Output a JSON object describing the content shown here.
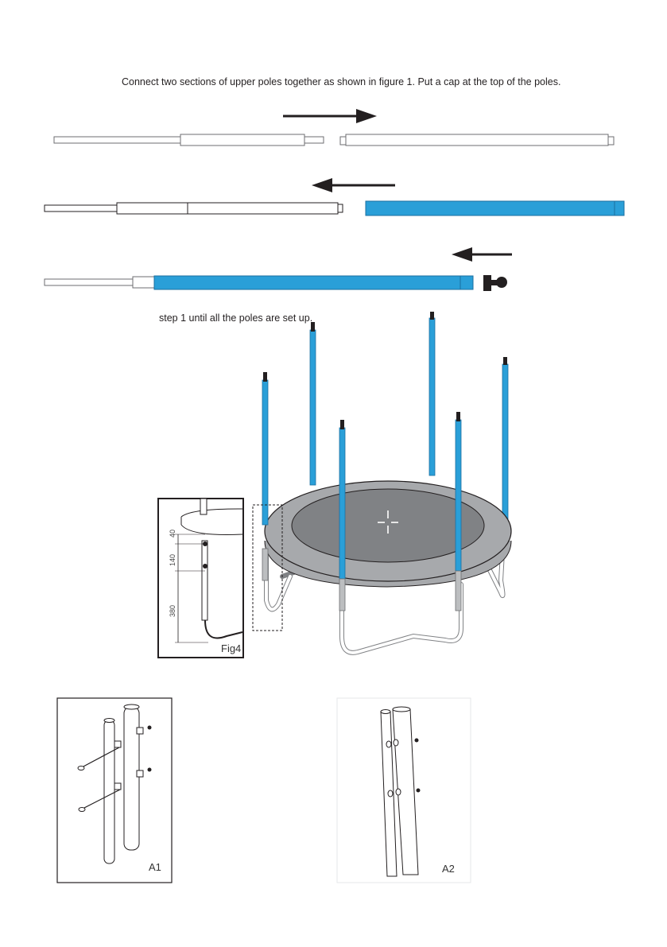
{
  "instructions": {
    "line1": "Connect two sections of upper poles together as shown in figure 1.  Put a cap at the top of the poles.",
    "line2": "step 1 until all the poles are set up."
  },
  "fig4": {
    "label": "Fig4",
    "dim_top": "40",
    "dim_mid": "140",
    "dim_bottom": "380"
  },
  "detail_a1": {
    "label": "A1"
  },
  "detail_a2": {
    "label": "A2"
  },
  "colors": {
    "pole_blue": "#2a9fd8",
    "mat_dark": "#808285",
    "pad_grey": "#a7a9ac",
    "outline": "#231f20"
  }
}
